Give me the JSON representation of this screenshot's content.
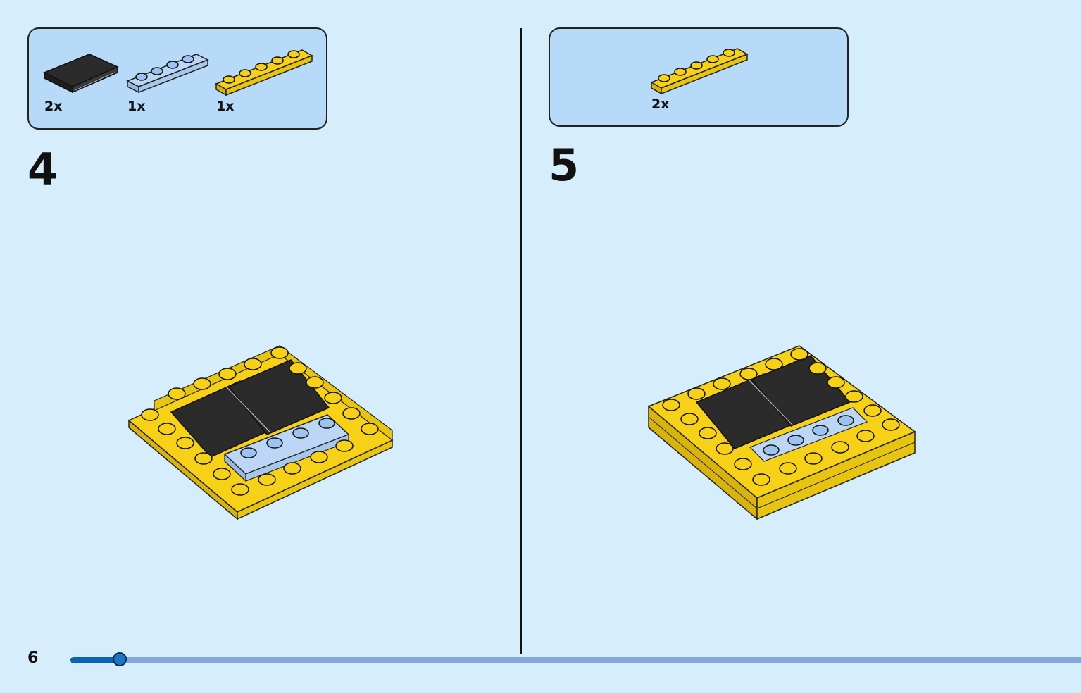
{
  "colors": {
    "background": "#d6edfb",
    "parts_box": "#b6daf7",
    "yellow": "#f7d117",
    "light_blue": "#bcd6f5",
    "black_tile": "#2b2b2b",
    "progress_fill": "#0a64b4",
    "progress_track": "#86a9dc"
  },
  "step4": {
    "number": "4",
    "parts": [
      {
        "icon": "black-tile-icon",
        "qty": "2x"
      },
      {
        "icon": "light-blue-plate-icon",
        "qty": "1x"
      },
      {
        "icon": "yellow-plate-icon",
        "qty": "1x"
      }
    ]
  },
  "step5": {
    "number": "5",
    "parts": [
      {
        "icon": "yellow-plate-icon",
        "qty": "2x"
      }
    ]
  },
  "footer": {
    "page_number": "6",
    "progress": 0.05
  }
}
